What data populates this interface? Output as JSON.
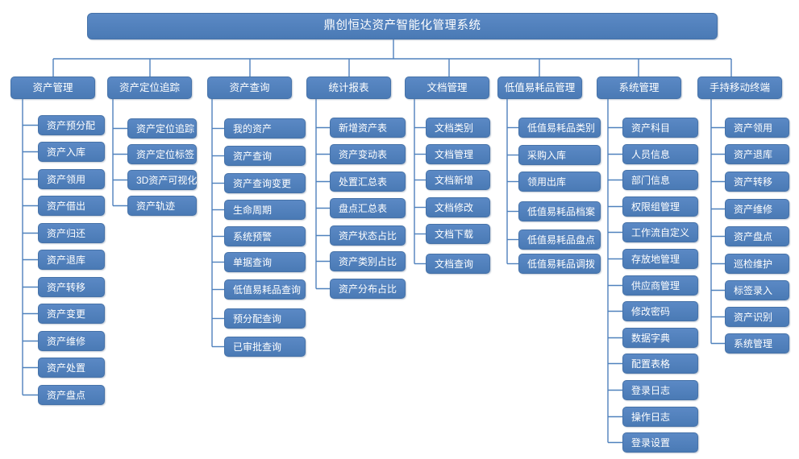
{
  "title": "鼎创恒达资产智能化管理系统",
  "colors": {
    "box_fill_top": "#5b89c5",
    "box_fill_bottom": "#4a7ab5",
    "box_border": "#4672a8",
    "line": "#4f81bd",
    "text": "#ffffff",
    "background": "#ffffff"
  },
  "columns": [
    {
      "label": "资产管理",
      "children": [
        "资产预分配",
        "资产入库",
        "资产领用",
        "资产借出",
        "资产归还",
        "资产退库",
        "资产转移",
        "资产变更",
        "资产维修",
        "资产处置",
        "资产盘点"
      ]
    },
    {
      "label": "资产定位追踪",
      "children": [
        "资产定位追踪",
        "资产定位标签",
        "3D资产可视化",
        "资产轨迹"
      ]
    },
    {
      "label": "资产查询",
      "children": [
        "我的资产",
        "资产查询",
        "资产查询变更",
        "生命周期",
        "系统预警",
        "单据查询",
        "低值易耗品查询",
        "预分配查询",
        "已审批查询"
      ]
    },
    {
      "label": "统计报表",
      "children": [
        "新增资产表",
        "资产变动表",
        "处置汇总表",
        "盘点汇总表",
        "资产状态占比",
        "资产类别占比",
        "资产分布占比"
      ]
    },
    {
      "label": "文档管理",
      "children": [
        "文档类别",
        "文档管理",
        "文档新增",
        "文档修改",
        "文档下载",
        "文档查询"
      ]
    },
    {
      "label": "低值易耗品管理",
      "children": [
        "低值易耗品类别",
        "采购入库",
        "领用出库",
        "低值易耗品档案",
        "低值易耗品盘点",
        "低值易耗品调拨"
      ]
    },
    {
      "label": "系统管理",
      "children": [
        "资产科目",
        "人员信息",
        "部门信息",
        "权限组管理",
        "工作流自定义",
        "存放地管理",
        "供应商管理",
        "修改密码",
        "数据字典",
        "配置表格",
        "登录日志",
        "操作日志",
        "登录设置"
      ]
    },
    {
      "label": "手持移动终端",
      "children": [
        "资产领用",
        "资产退库",
        "资产转移",
        "资产维修",
        "资产盘点",
        "巡检维护",
        "标签录入",
        "资产识别",
        "系统管理"
      ]
    }
  ]
}
